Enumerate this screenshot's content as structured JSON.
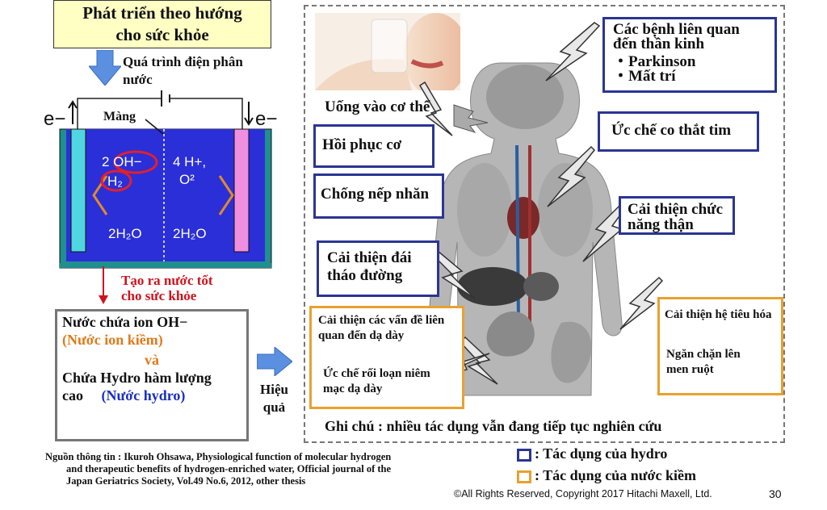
{
  "header": {
    "title_line1": "Phát triển theo hướng",
    "title_line2": "cho sức khỏe"
  },
  "electrolysis": {
    "label_line1": "Quá trình điện phân",
    "label_line2": "nước",
    "electron_left": "e−",
    "electron_right": "e−",
    "membrane": "Màng",
    "left_ion": "2 OH−",
    "left_gas": "H₂",
    "right_ion": "4 H+,",
    "right_gas": "O²",
    "left_water": "2H₂O",
    "right_water": "2H₂O",
    "output_line1": "Tạo ra nước tốt",
    "output_line2": "cho sức khỏe"
  },
  "result": {
    "line1": "Nước chứa ion OH−",
    "line2": "(Nước ion kiềm)",
    "line3": "và",
    "line4": "Chứa Hydro hàm lượng",
    "line5a": "cao",
    "line5b": "(Nước hydro)"
  },
  "effect": {
    "line1": "Hiệu",
    "line2": "quả"
  },
  "body": {
    "drink": "Uống vào cơ thể",
    "neuro_line1": "Các bệnh liên quan",
    "neuro_line2": "đến thần kinh",
    "neuro_item1": "・Parkinson",
    "neuro_item2": "・Mất trí",
    "heart": "Ức chế co thắt tim",
    "muscle": "Hồi phục cơ",
    "wrinkle": "Chống nếp nhăn",
    "kidney_line1": "Cải thiện chức",
    "kidney_line2": "năng thận",
    "diabetes_line1": "Cải thiện đái",
    "diabetes_line2": "tháo đường",
    "stomach_line1": "Cải thiện các vấn đề liên",
    "stomach_line2": "quan đến dạ dày",
    "stomach2_line1": "Ức chế rối loạn niêm",
    "stomach2_line2": "mạc dạ dày",
    "digest": "Cải thiện hệ tiêu hóa",
    "intestine_line1": "Ngăn chặn lên",
    "intestine_line2": "men ruột",
    "note": "Ghi chú : nhiều tác dụng vẫn đang tiếp tục nghiên cứu"
  },
  "legend": {
    "hydrogen": ": Tác dụng của hydro",
    "alkaline": ": Tác dụng của nước kiềm"
  },
  "source": {
    "line1": "Nguồn thông tin : Ikuroh Ohsawa, Physiological function of molecular hydrogen",
    "line2": "and therapeutic benefits of hydrogen-enriched water, Official journal of the",
    "line3": "Japan Geriatrics Society, Vol.49 No.6, 2012, other thesis"
  },
  "footer": {
    "copyright": "©All Rights Reserved, Copyright 2017 Hitachi Maxell, Ltd.",
    "page": "30"
  },
  "colors": {
    "hydrogen_box": "#2a3594",
    "alkaline_box": "#e8a12e",
    "tank_water": "#2b2fd8",
    "title_bg": "#ffffc4",
    "red_text": "#d0121b",
    "orange_text": "#e07a1a",
    "blue_text": "#1a2ec0"
  }
}
